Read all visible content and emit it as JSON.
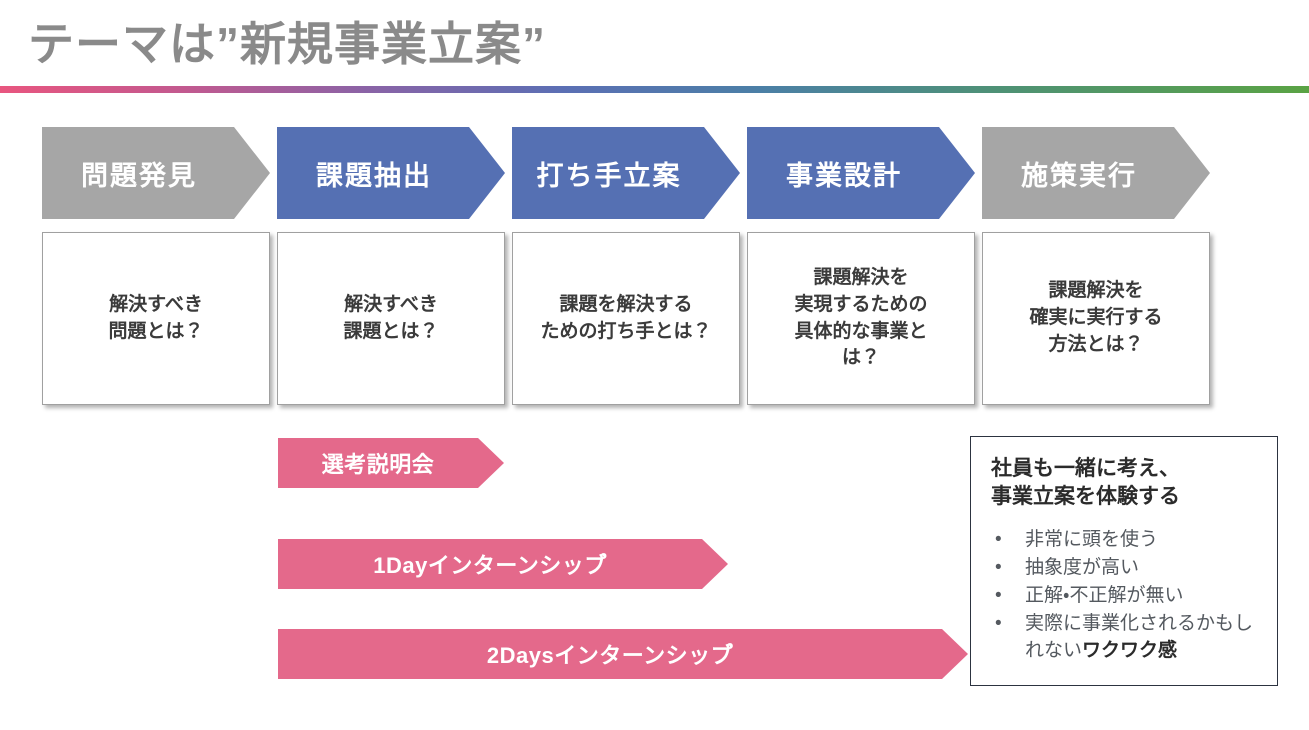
{
  "slide": {
    "title": "テーマは”新規事業立案”",
    "divider_gradient": [
      "#e8567f",
      "#8a63a6",
      "#5b6fb4",
      "#4e9176",
      "#5aa344"
    ],
    "colors": {
      "title_gray": "#8a8a8a",
      "chevron_gray": "#a6a6a6",
      "chevron_blue": "#5570b3",
      "arrow_pink": "#e4698b",
      "box_text": "#3b3b3b",
      "panel_border": "#2c3340"
    }
  },
  "process": {
    "steps": [
      {
        "label": "問題発見",
        "state": "gray",
        "detail": "解決すべき\n問題とは？"
      },
      {
        "label": "課題抽出",
        "state": "blue",
        "detail": "解決すべき\n課題とは？"
      },
      {
        "label": "打ち手立案",
        "state": "blue",
        "detail": "課題を解決する\nための打ち手とは？"
      },
      {
        "label": "事業設計",
        "state": "blue",
        "detail": "課題解決を\n実現するための\n具体的な事業と\nは？"
      },
      {
        "label": "施策実行",
        "state": "gray",
        "detail": "課題解決を\n確実に実行する\n方法とは？"
      }
    ]
  },
  "programs": {
    "items": [
      {
        "label": "選考説明会"
      },
      {
        "label": "1Dayインターンシッブ゚"
      },
      {
        "label": "2Daysインターンシッブ゚"
      }
    ]
  },
  "note_panel": {
    "heading": "社員も一緒に考え、\n事業立案を体験する",
    "bullet_glyph": "•",
    "bullets": [
      {
        "text": "非常に頭を使う",
        "strong": ""
      },
      {
        "text": "抽象度が高い",
        "strong": ""
      },
      {
        "text": "正解・不正解が無い",
        "strong": ""
      },
      {
        "text": "実際に事業化されるかもしれない",
        "strong": "ワクワク感"
      }
    ]
  }
}
